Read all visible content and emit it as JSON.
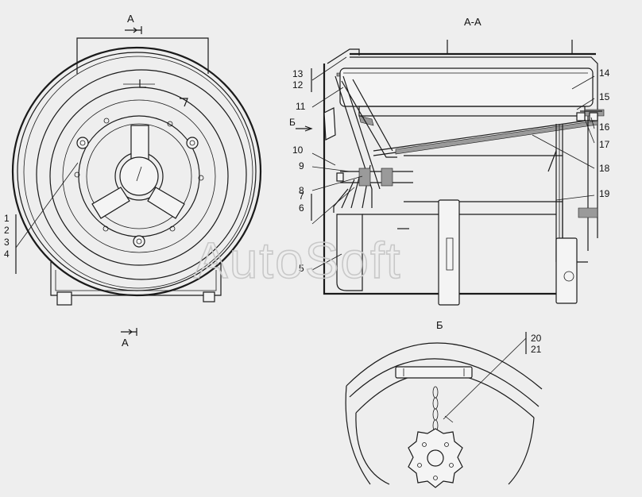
{
  "views": {
    "front_section_label_top": "A",
    "front_section_label_bottom": "A",
    "section_title": "A-A",
    "detail_title": "Б",
    "detail_arrow_label": "Б"
  },
  "callouts": {
    "c1": "1",
    "c2": "2",
    "c3": "3",
    "c4": "4",
    "c5": "5",
    "c6": "6",
    "c7": "7",
    "c8": "8",
    "c9": "9",
    "c10": "10",
    "c11": "11",
    "c12": "12",
    "c13": "13",
    "c14": "14",
    "c15": "15",
    "c16": "16",
    "c17": "17",
    "c18": "18",
    "c19": "19",
    "c20": "20",
    "c21": "21"
  },
  "watermark": "AutoSoft"
}
